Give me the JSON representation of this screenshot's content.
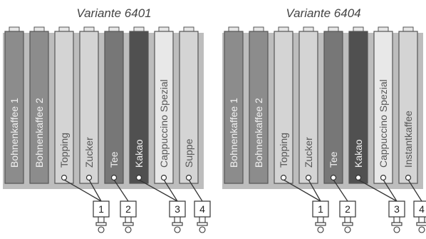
{
  "colors": {
    "panel": "#bdbdbd",
    "dark_canister": "#8c8c8c",
    "light_canister": "#d4d4d4",
    "medium_canister": "#777777",
    "darkest_canister": "#505050",
    "very_light_canister": "#e8e8e8",
    "line": "#333333"
  },
  "variants": [
    {
      "title": "Variante 6401",
      "canisters": [
        {
          "label": "Bohnenkaffee 1",
          "tone": "dark",
          "mixer": null
        },
        {
          "label": "Bohnenkaffee 2",
          "tone": "dark",
          "mixer": null
        },
        {
          "label": "Topping",
          "tone": "light",
          "mixer": 0
        },
        {
          "label": "Zucker",
          "tone": "light",
          "mixer": 0
        },
        {
          "label": "Tee",
          "tone": "medium",
          "mixer": 1
        },
        {
          "label": "Kakao",
          "tone": "darkest",
          "mixer": 2
        },
        {
          "label": "Cappuccino Spezial",
          "tone": "very_light",
          "mixer": 2
        },
        {
          "label": "Suppe",
          "tone": "light",
          "mixer": 3
        }
      ],
      "mixers": [
        "1",
        "2",
        "3",
        "4"
      ]
    },
    {
      "title": "Variante 6404",
      "canisters": [
        {
          "label": "Bohnenkaffee 1",
          "tone": "dark",
          "mixer": null
        },
        {
          "label": "Bohnenkaffee 2",
          "tone": "dark",
          "mixer": null
        },
        {
          "label": "Topping",
          "tone": "light",
          "mixer": 0
        },
        {
          "label": "Zucker",
          "tone": "light",
          "mixer": 0
        },
        {
          "label": "Tee",
          "tone": "medium",
          "mixer": 1
        },
        {
          "label": "Kakao",
          "tone": "darkest",
          "mixer": 2
        },
        {
          "label": "Cappuccino Spezial",
          "tone": "very_light",
          "mixer": 2
        },
        {
          "label": "Instantkaffee",
          "tone": "light",
          "mixer": 3
        }
      ],
      "mixers": [
        "1",
        "2",
        "3",
        "4"
      ]
    }
  ]
}
